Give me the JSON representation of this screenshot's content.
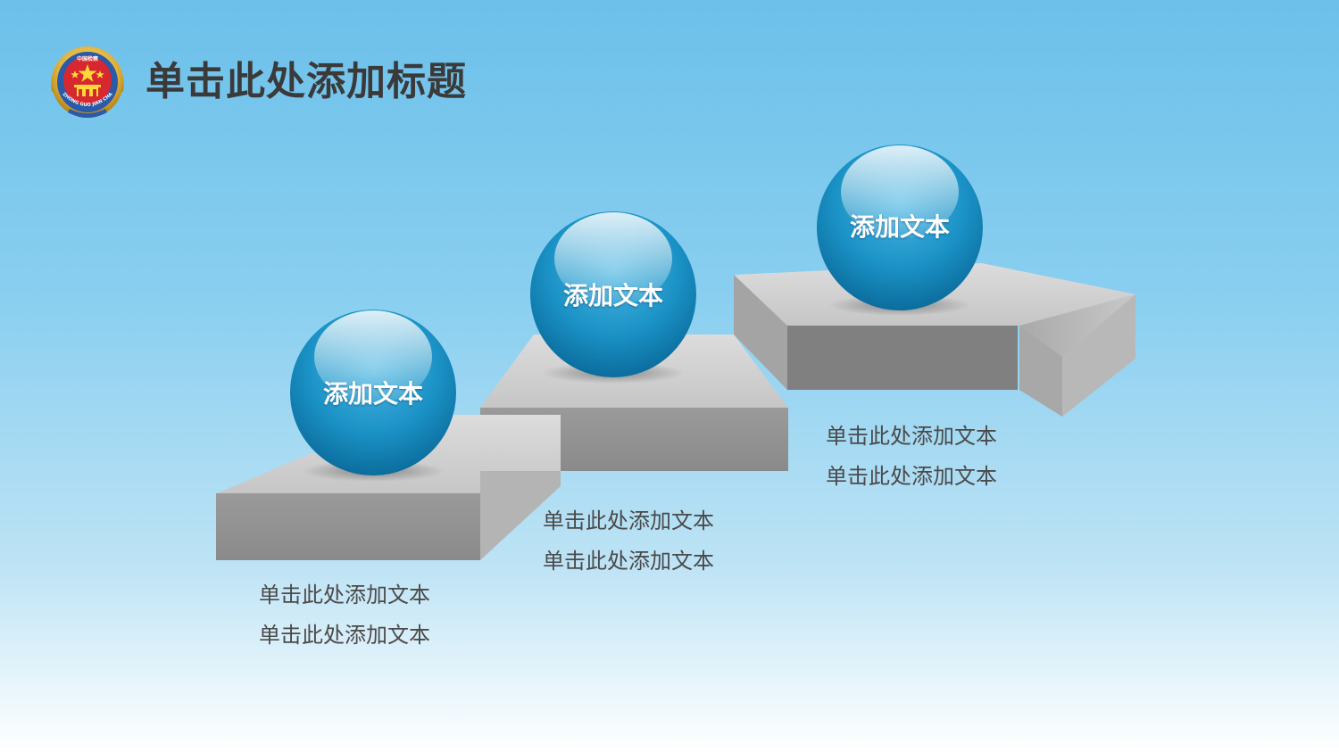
{
  "slide": {
    "title": "单击此处添加标题",
    "emblem": {
      "icon": "procuratorate-emblem-icon",
      "text_top": "中国检察",
      "text_ring": "ZHONG GUO JIAN CHA"
    }
  },
  "steps": [
    {
      "ball_label": "添加文本",
      "caption_lines": [
        "单击此处添加文本",
        "单击此处添加文本"
      ]
    },
    {
      "ball_label": "添加文本",
      "caption_lines": [
        "单击此处添加文本",
        "单击此处添加文本"
      ]
    },
    {
      "ball_label": "添加文本",
      "caption_lines": [
        "单击此处添加文本",
        "单击此处添加文本"
      ]
    }
  ],
  "colors": {
    "ball": "#1b92c6",
    "ball_dark": "#0c6e9f",
    "step_top": "#d6d6d6",
    "step_front": "#8a8a8a",
    "title": "#3a3a3a"
  }
}
